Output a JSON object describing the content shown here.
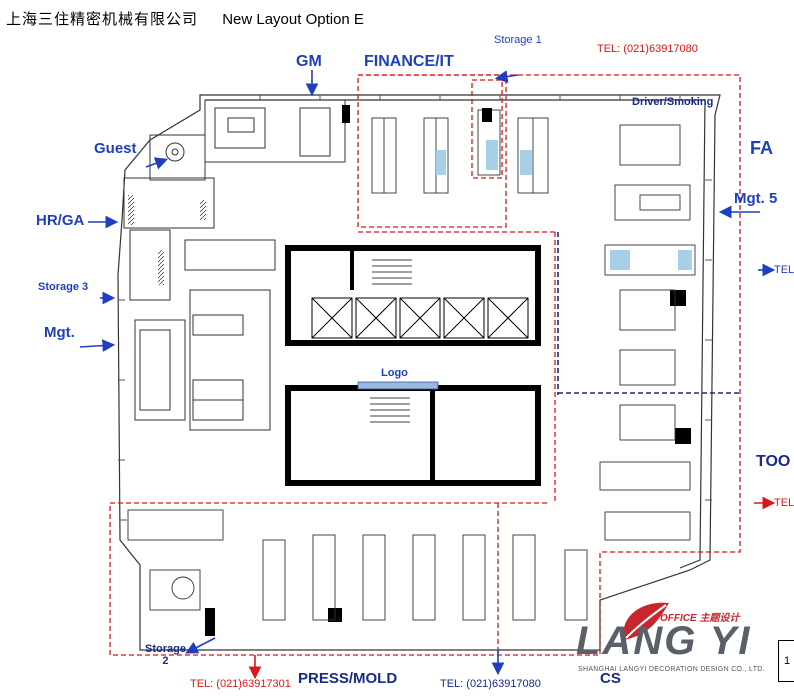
{
  "title": {
    "company_cn": "上海三住精密机械有限公司",
    "layout": "New Layout Option E"
  },
  "zones": {
    "gm": "GM",
    "finance_it": "FINANCE/IT",
    "storage1": "Storage 1",
    "driver_smoking": "Driver/Smoking",
    "fa": "FA",
    "guest": "Guest",
    "hr_ga": "HR/GA",
    "mgt5": "Mgt. 5",
    "storage3": "Storage 3",
    "mgt": "Mgt.",
    "logo": "Logo",
    "too": "TOO",
    "storage2_line1": "Storage",
    "storage2_line2": "2",
    "press_mold": "PRESS/MOLD",
    "cs": "CS"
  },
  "tels": {
    "top": "TEL: (021)63917080",
    "bottom_left": "TEL: (021)63917301",
    "bottom_mid": "TEL: (021)63917080",
    "right_top": "TEL",
    "right_bottom": "TEL"
  },
  "colors": {
    "label_blue": "#1f3fbf",
    "zone_red": "#d81818",
    "zone_navy": "#1a2a88",
    "logo_red": "#c8262e"
  },
  "brand": {
    "office": "OFFICE 主题设计",
    "name": "LANG YI",
    "company": "SHANGHAI LANGYI DECORATION DESIGN CO., LTD."
  },
  "page_number": "1"
}
